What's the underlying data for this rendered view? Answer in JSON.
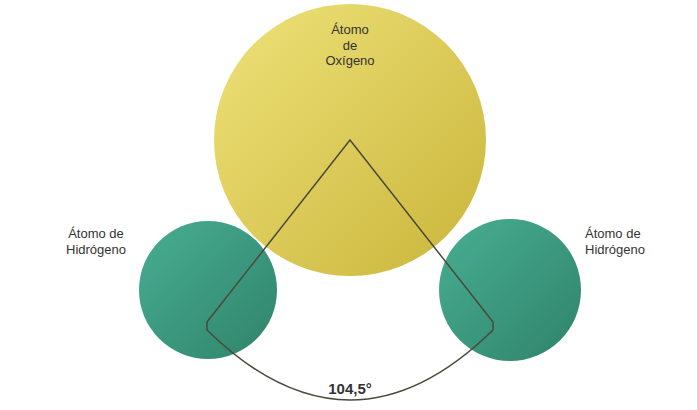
{
  "diagram": {
    "nodes": [
      {
        "text": [
          "Átomo de Oxígeno"
        ]
      },
      {
        "text": [
          "Átomo de Hidrógeno"
        ]
      },
      {
        "text": [
          "Átomo de Hidrógeno"
        ]
      }
    ],
    "labels": [
      "104,5°"
    ]
  }
}
